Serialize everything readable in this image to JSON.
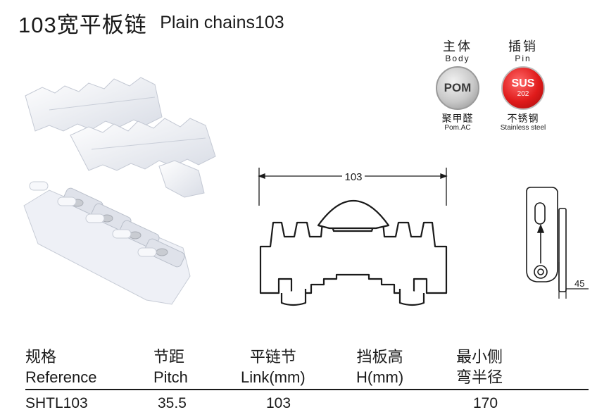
{
  "header": {
    "title_cn": "103宽平板链",
    "title_en": "Plain chains103"
  },
  "materials": [
    {
      "label_cn": "主体",
      "label_en": "Body",
      "badge": "POM",
      "name_cn": "聚甲醛",
      "name_en": "Pom.AC",
      "color": "#b8b8b8"
    },
    {
      "label_cn": "插销",
      "label_en": "Pin",
      "badge": "SUS",
      "badge_sub": "202",
      "name_cn": "不锈钢",
      "name_en": "Stainless steel",
      "color": "#e01b1b"
    }
  ],
  "dimensions": {
    "width": "103",
    "side_offset": "45"
  },
  "table": {
    "headers": [
      {
        "cn": "规格",
        "en": "Reference"
      },
      {
        "cn": "节距",
        "en": "Pitch"
      },
      {
        "cn": "平链节",
        "en": "Link(mm)"
      },
      {
        "cn": "挡板高",
        "en": "H(mm)"
      },
      {
        "cn": "最小侧",
        "en": "弯半径"
      }
    ],
    "rows": [
      [
        "SHTL103",
        "35.5",
        "103",
        "",
        "170"
      ]
    ]
  }
}
